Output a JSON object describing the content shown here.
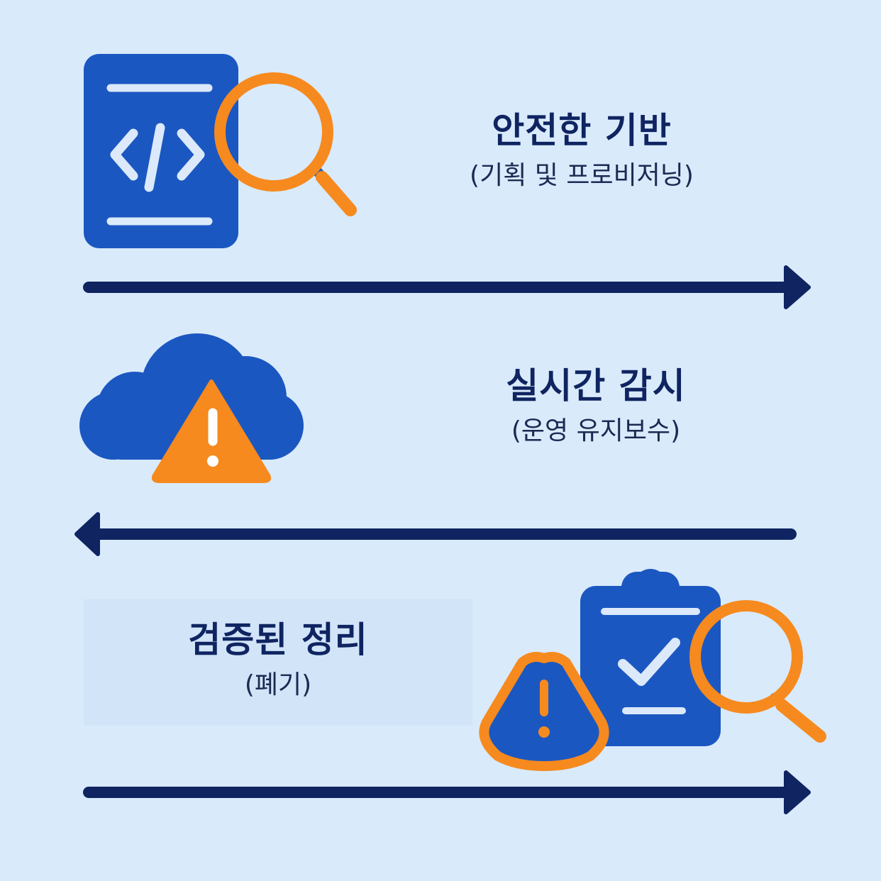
{
  "stages": [
    {
      "title": "안전한 기반",
      "subtitle": "(기획 및 프로비저닝)",
      "arrow_direction": "right",
      "icon": "code-document-with-magnifier-icon"
    },
    {
      "title": "실시간 감시",
      "subtitle": "(운영 유지보수)",
      "arrow_direction": "left",
      "icon": "cloud-with-warning-icon"
    },
    {
      "title": "검증된 정리",
      "subtitle": "(폐기)",
      "arrow_direction": "right",
      "icon": "clipboard-check-with-warning-and-magnifier-icon"
    }
  ],
  "colors": {
    "background": "#d9eafb",
    "blue": "#1b57c1",
    "orange": "#f68a1e",
    "navy": "#0f2461",
    "white": "#ffffff"
  }
}
